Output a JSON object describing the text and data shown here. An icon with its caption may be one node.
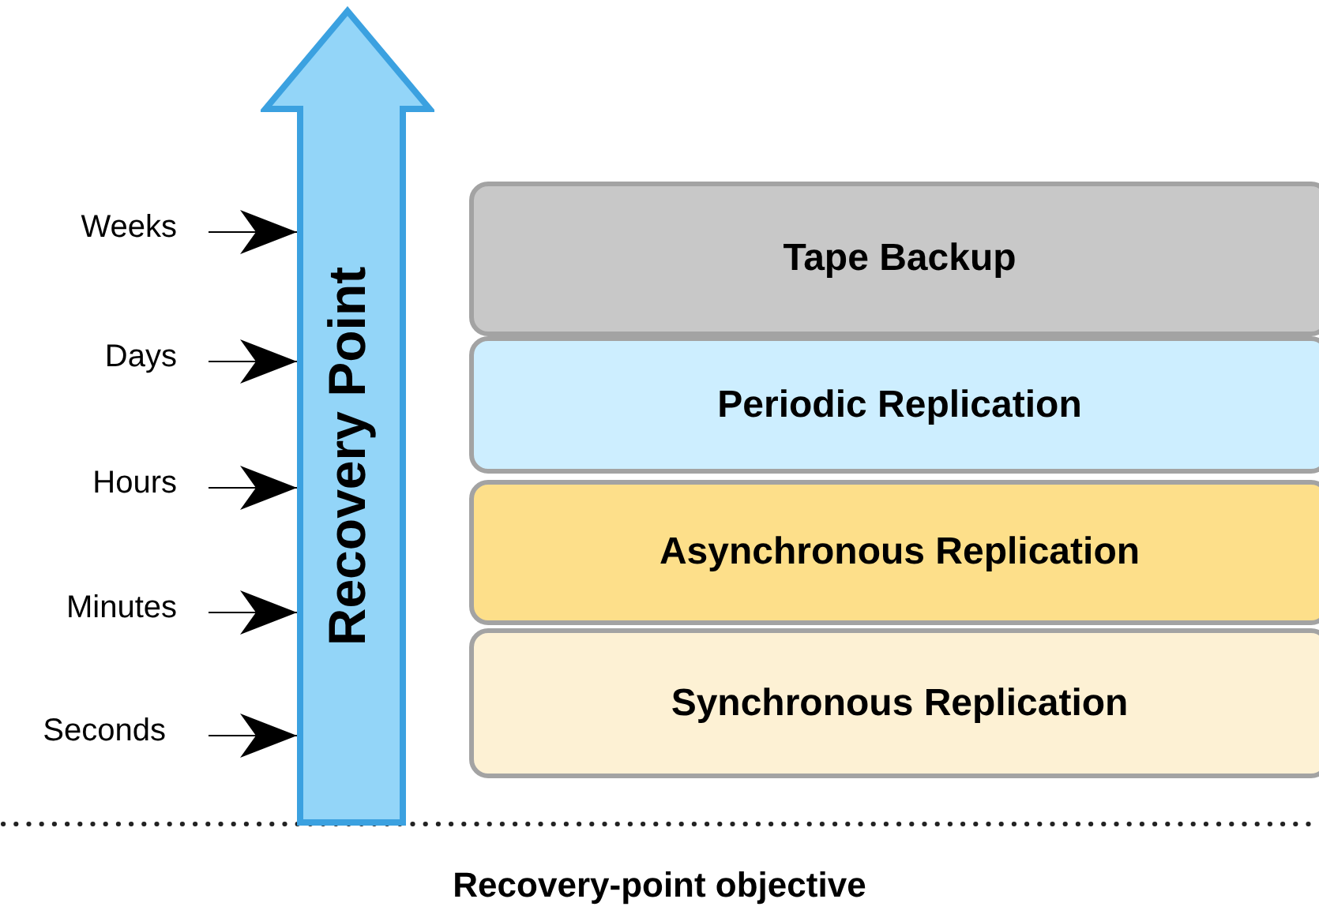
{
  "diagram": {
    "caption": "Recovery-point objective",
    "nodes": [
      {
        "text": [
          "Recovery Point"
        ]
      },
      {
        "text": [
          "Weeks"
        ]
      },
      {
        "text": [
          "Days"
        ]
      },
      {
        "text": [
          "Hours"
        ]
      },
      {
        "text": [
          "Minutes"
        ]
      },
      {
        "text": [
          "Seconds"
        ]
      },
      {
        "text": [
          "Tape Backup"
        ]
      },
      {
        "text": [
          "Periodic Replication"
        ]
      },
      {
        "text": [
          "Asynchronous Replication"
        ]
      },
      {
        "text": [
          "Synchronous Replication"
        ]
      }
    ],
    "edges": [
      {
        "from": 1,
        "to": 0,
        "arrow": "to"
      },
      {
        "from": 2,
        "to": 0,
        "arrow": "to"
      },
      {
        "from": 3,
        "to": 0,
        "arrow": "to"
      },
      {
        "from": 4,
        "to": 0,
        "arrow": "to"
      },
      {
        "from": 5,
        "to": 0,
        "arrow": "to"
      }
    ]
  }
}
